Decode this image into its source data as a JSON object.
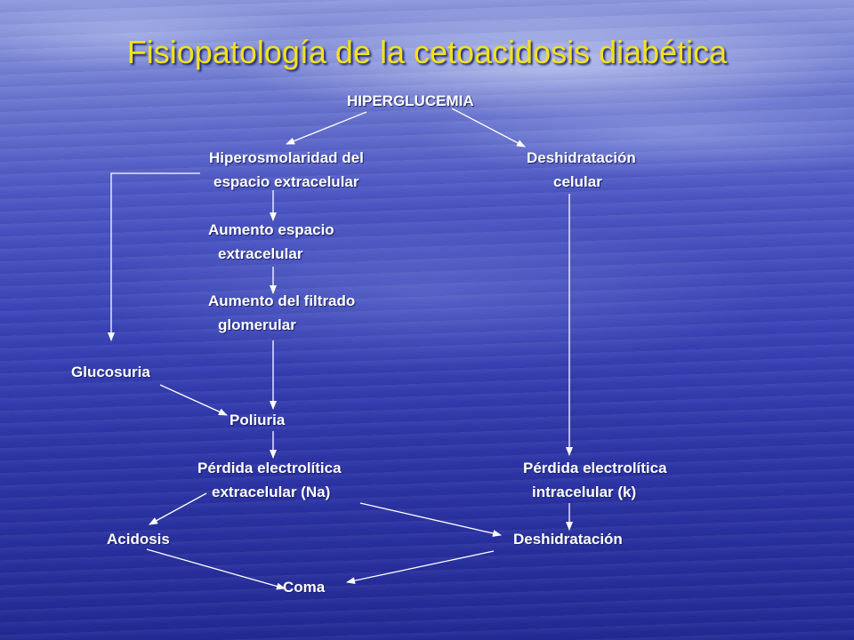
{
  "title": "Fisiopatología de la cetoacidosis diabética",
  "nodes": {
    "hiperglucemia": "HIPERGLUCEMIA",
    "hiperosmolaridad_1": "Hiperosmolaridad del",
    "hiperosmolaridad_2": "espacio extracelular",
    "deshidratacion_celular_1": "Deshidratación",
    "deshidratacion_celular_2": "celular",
    "aumento_espacio_1": "Aumento espacio",
    "aumento_espacio_2": "extracelular",
    "aumento_filtrado_1": "Aumento  del filtrado",
    "aumento_filtrado_2": "glomerular",
    "glucosuria": "Glucosuria",
    "poliuria": "Poliuria",
    "perdida_extracelular_1": "Pérdida electrolítica",
    "perdida_extracelular_2": "extracelular (Na)",
    "perdida_intracelular_1": "Pérdida electrolítica",
    "perdida_intracelular_2": "intracelular (k)",
    "acidosis": "Acidosis",
    "deshidratacion": "Deshidratación",
    "coma": "Coma"
  },
  "colors": {
    "title": "#f2e21c",
    "text": "#ffffff",
    "arrow": "#ffffff"
  }
}
